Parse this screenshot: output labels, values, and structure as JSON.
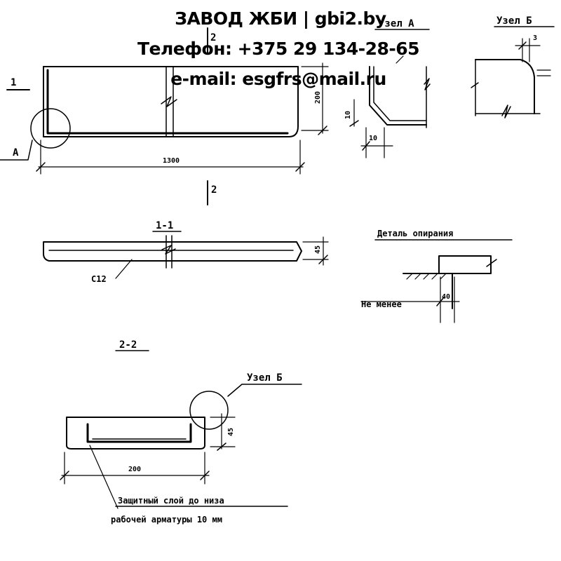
{
  "header": {
    "line1": "ЗАВОД ЖБИ | gbi2.by",
    "line2": "Телефон: +375 29 134-28-65",
    "line3": "e-mail: esgfrs@mail.ru"
  },
  "drawing": {
    "section_mark_1": "1",
    "section_mark_2_top": "2",
    "section_mark_2_bottom": "2",
    "callout_a_left": "А",
    "dim_length": "1300",
    "dim_height_200": "200",
    "node_a_title": "Узел А",
    "node_a_dim_10_v": "10",
    "node_a_dim_10_h": "10",
    "node_b_title_top": "Узел Б",
    "node_b_dim_3": "3",
    "section_1_1": "1-1",
    "dim_45_top": "45",
    "bar_label": "С12",
    "support_title": "Деталь опирания",
    "support_min_label": "Не менее",
    "support_dim_40": "40",
    "section_2_2": "2-2",
    "node_b_title_bottom": "Узел Б",
    "dim_45_bottom": "45",
    "dim_width_200": "200",
    "note_line1": "Защитный слой до низа",
    "note_line2": "рабочей арматуры 10 мм"
  }
}
